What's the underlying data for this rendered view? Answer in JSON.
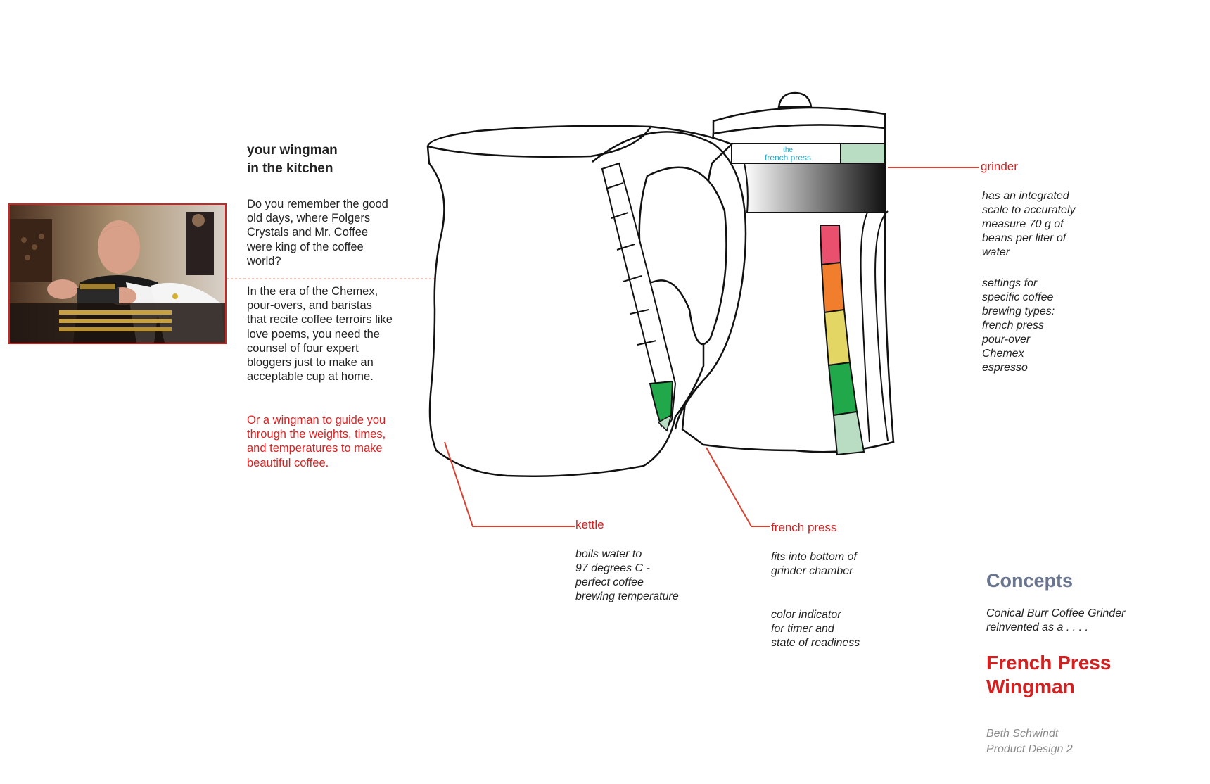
{
  "intro": {
    "heading_line1": "your wingman",
    "heading_line2": "in the kitchen",
    "para1": "Do you remember the good old days, where Folgers Crystals and Mr. Coffee were king of the coffee world?",
    "para2": "In the era of the Chemex, pour-overs, and baristas that recite coffee terroirs like love poems, you need the counsel of four expert bloggers just to make an acceptable cup at home.",
    "para3": "Or a wingman to guide you through the weights, times, and temperatures to make beautiful coffee."
  },
  "labels": {
    "kettle": {
      "title": "kettle",
      "desc": "boils water to\n97 degrees C -\nperfect coffee\nbrewing temperature"
    },
    "french_press": {
      "title": "french press",
      "desc1": "fits into bottom of\ngrinder chamber",
      "desc2": "color indicator\nfor timer and\nstate of readiness"
    },
    "grinder": {
      "title": "grinder",
      "desc1": "has an integrated\nscale to accurately\nmeasure 70 g of\nbeans per liter of\nwater",
      "desc2": "settings for\nspecific coffee\nbrewing types:\nfrench press\npour-over\nChemex\nespresso"
    }
  },
  "device_logo": {
    "line1": "the",
    "line2": "french press"
  },
  "concepts": {
    "title": "Concepts",
    "subtitle": "Conical Burr Coffee Grinder\nreinvented as a  . . . .",
    "product_line1": "French Press",
    "product_line2": "Wingman",
    "author": "Beth Schwindt",
    "course": "Product Design 2"
  },
  "colors": {
    "accent_red": "#d32020",
    "concepts_blue": "#6a7590",
    "indicator": [
      "#e8506e",
      "#f07e2c",
      "#e4d664",
      "#20a84a",
      "#b9ddc2"
    ],
    "grinder_band_mint": "#b9ddc2",
    "logo_cyan": "#22a8c8"
  }
}
